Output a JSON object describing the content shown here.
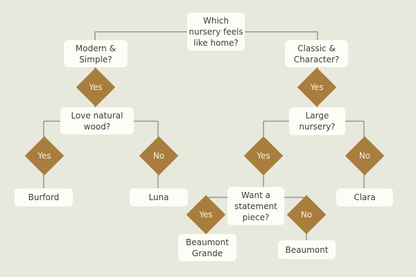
{
  "colors": {
    "background": "#e8e9dd",
    "box": "#fdfdf8",
    "diamond": "#a87d3e",
    "line": "#6e6e66"
  },
  "nodes": {
    "root": "Which\nnursery feels\nlike home?",
    "modern": "Modern &\nSimple?",
    "classic": "Classic &\nCharacter?",
    "natural_wood": "Love natural\nwood?",
    "large_nursery": "Large\nnursery?",
    "statement": "Want a\nstatement\npiece?",
    "burford": "Burford",
    "luna": "Luna",
    "clara": "Clara",
    "beaumont_grande": "Beaumont\nGrande",
    "beaumont": "Beaumont"
  },
  "answers": {
    "modern_yes": "Yes",
    "classic_yes": "Yes",
    "wood_yes": "Yes",
    "wood_no": "No",
    "large_yes": "Yes",
    "large_no": "No",
    "statement_yes": "Yes",
    "statement_no": "No"
  }
}
